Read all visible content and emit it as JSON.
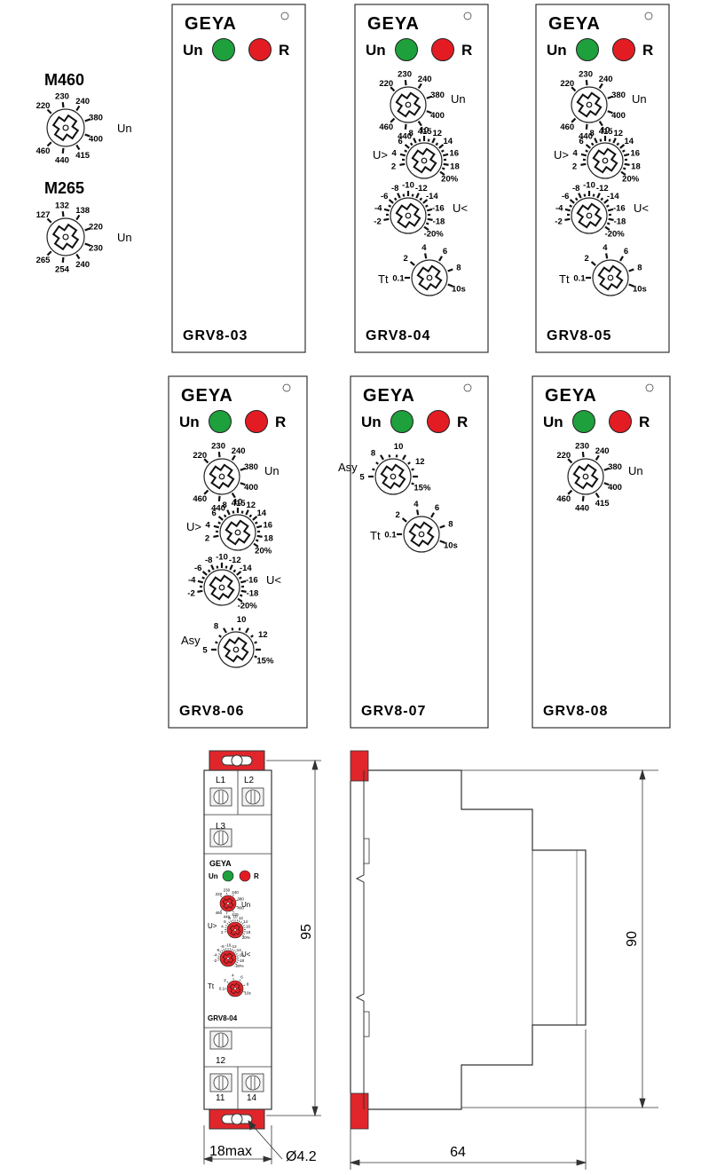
{
  "brand": "GEYA",
  "indicators": {
    "un": "Un",
    "r": "R"
  },
  "colors": {
    "green": "#1ea03c",
    "red": "#e31c24",
    "panel_border": "#333333",
    "relay_red": "#e0262b"
  },
  "knobs": {
    "m460": {
      "title": "M460",
      "labels": [
        "220",
        "230",
        "240",
        "380",
        "400",
        "415",
        "440",
        "460"
      ],
      "unit": "Un"
    },
    "m265": {
      "title": "M265",
      "labels": [
        "127",
        "132",
        "138",
        "220",
        "230",
        "240",
        "254",
        "265"
      ],
      "unit": "Un"
    },
    "un": {
      "labels": [
        "220",
        "230",
        "240",
        "380",
        "400",
        "415",
        "440",
        "460"
      ],
      "unit": "Un"
    },
    "uover": {
      "labels": [
        "2",
        "4",
        "6",
        "8",
        "10",
        "12",
        "14",
        "16",
        "18",
        "20%"
      ],
      "unit": "U>"
    },
    "uunder": {
      "labels": [
        "-2",
        "-4",
        "-6",
        "-8",
        "-10",
        "-12",
        "-14",
        "-16",
        "-18",
        "-20%"
      ],
      "unit": "U<"
    },
    "tt": {
      "labels": [
        "0.1",
        "2",
        "4",
        "6",
        "8",
        "10s"
      ],
      "unit": "Tt"
    },
    "asy": {
      "labels": [
        "5",
        "8",
        "10",
        "12",
        "15%"
      ],
      "unit": "Asy"
    }
  },
  "panels": [
    {
      "model": "GRV8-03"
    },
    {
      "model": "GRV8-04"
    },
    {
      "model": "GRV8-05"
    },
    {
      "model": "GRV8-06"
    },
    {
      "model": "GRV8-07"
    },
    {
      "model": "GRV8-08"
    }
  ],
  "device": {
    "terminals_top": [
      "L1",
      "L2",
      "L3"
    ],
    "terminals_bottom": [
      "12",
      "11",
      "14"
    ],
    "model": "GRV8-04"
  },
  "dimensions": {
    "width": "18max",
    "hole": "Ø4.2",
    "height": "95",
    "depth": "64",
    "rail_height": "90"
  }
}
